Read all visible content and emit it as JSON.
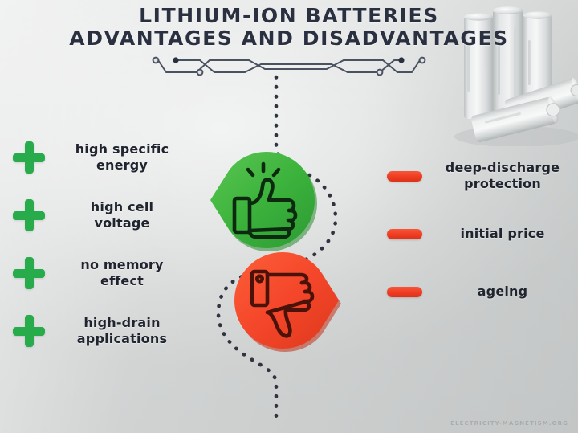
{
  "title": {
    "line1": "LITHIUM-ION BATTERIES",
    "line2": "ADVANTAGES AND DISADVANTAGES"
  },
  "decor": {
    "circuit_icon": "circuit-trace-icon"
  },
  "photo": {
    "alt": "lithium-ion-cylindrical-cells-photo"
  },
  "center": {
    "positive_icon": "thumbs-up-icon",
    "negative_icon": "thumbs-down-icon",
    "positive_color": "#3cb33c",
    "negative_color": "#f4462a"
  },
  "pros": {
    "marker_icon": "plus-icon",
    "marker_color": "#27ab4b",
    "items": [
      {
        "label": "high specific\nenergy"
      },
      {
        "label": "high cell\nvoltage"
      },
      {
        "label": "no memory\neffect"
      },
      {
        "label": "high-drain\napplications"
      }
    ]
  },
  "cons": {
    "marker_icon": "minus-icon",
    "marker_color": "#ef3c21",
    "items": [
      {
        "label": "deep-discharge\nprotection"
      },
      {
        "label": "initial price"
      },
      {
        "label": "ageing"
      }
    ]
  },
  "watermark": {
    "text": "ELECTRICITY-MAGNETISM.ORG"
  },
  "colors": {
    "background": "#dadcdc",
    "title_text": "#2a3040",
    "label_text": "#20242f",
    "green": "#27ab4b",
    "red": "#ef3c21"
  }
}
